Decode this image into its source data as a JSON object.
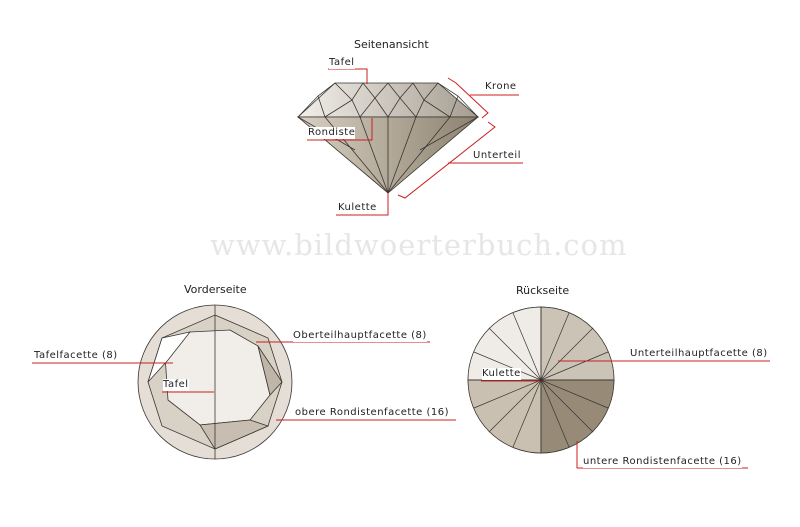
{
  "watermark": "www.bildwoerterbuch.com",
  "side_view": {
    "title": "Seitenansicht",
    "labels": {
      "table": "Tafel",
      "crown": "Krone",
      "girdle": "Rondiste",
      "pavilion": "Unterteil",
      "culet": "Kulette"
    }
  },
  "front_view": {
    "title": "Vorderseite",
    "labels": {
      "star_facet": "Tafelfacette (8)",
      "bezel_facet": "Oberteilhauptfacette (8)",
      "table": "Tafel",
      "upper_girdle_facet": "obere Rondistenfacette (16)"
    }
  },
  "back_view": {
    "title": "Rückseite",
    "labels": {
      "pavilion_main_facet": "Unterteilhauptfacette (8)",
      "culet": "Kulette",
      "lower_girdle_facet": "untere Rondistenfacette (16)"
    }
  },
  "colors": {
    "leader_line": "#cc1f1f",
    "facet_stroke": "#3a3530"
  }
}
